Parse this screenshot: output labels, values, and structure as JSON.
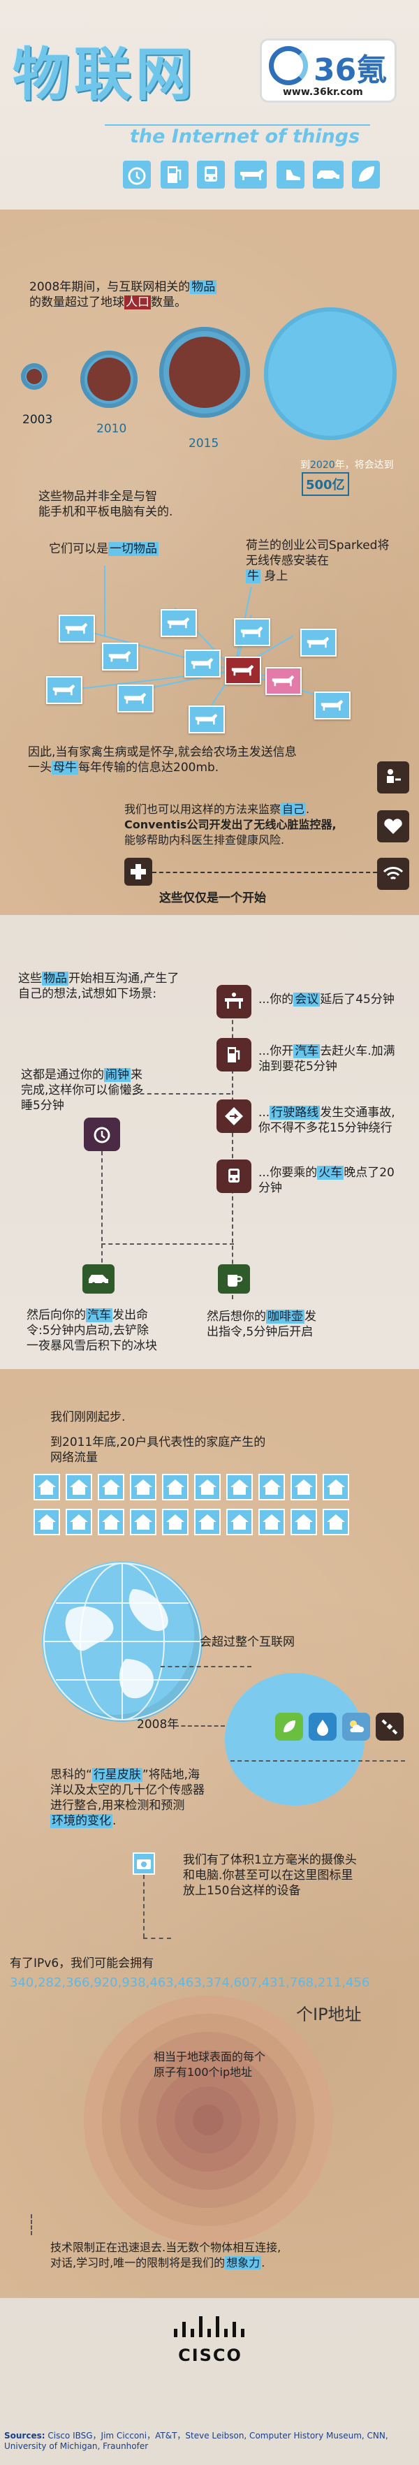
{
  "header": {
    "title": "物联网",
    "logo_text": "36氪",
    "logo_url": "www.36kr.com",
    "subtitle": "the Internet of things"
  },
  "sec1": {
    "intro": "2008年期间，与互联网相关的物品的数量超过了地球人口数量。",
    "intro_pre": "2008年期间，与互联网相关的",
    "intro_hl1": "物品",
    "intro_mid": "的数量超过了地球",
    "intro_hl2": "人口",
    "intro_post": "数量。",
    "years": [
      "2003",
      "2010",
      "2015"
    ],
    "forecast_pre": "到",
    "forecast_year": "2020",
    "forecast_mid": "年，将会达到",
    "forecast_value": "500亿",
    "note": "这些物品并非全是与智能手机和平板电脑有关的.",
    "note_l1": "这些物品并非全是与智",
    "note_l2": "能手机和平板电脑有关的.",
    "also_pre": "它们可以是",
    "also_hl": "一切物品",
    "sparked_l1": "荷兰的创业公司Sparked将",
    "sparked_l2": "无线传感安装在",
    "sparked_hl": "牛",
    "sparked_post": "身上",
    "cow_l1": "因此,当有家禽生病或是怀孕,就会给农场主发送信息",
    "cow_l2_pre": "一头",
    "cow_l2_hl": "母牛",
    "cow_l2_post": "每年传输的信息达200mb.",
    "conv_l1_pre": "我们也可以用这样的方法来监察",
    "conv_l1_hl": "自己",
    "conv_l1_post": ".",
    "conv_l2": "Conventis公司开发出了无线心脏监控器,",
    "conv_l3": "能够帮助内科医生排查健康风险.",
    "start": "这些仅仅是一个开始"
  },
  "sec2": {
    "intro_l1_pre": "这些",
    "intro_l1_hl": "物品",
    "intro_l1_post": "开始相互沟通,产生了",
    "intro_l2": "自己的想法,试想如下场景:",
    "meeting_pre": "...你的",
    "meeting_hl": "会议",
    "meeting_post": "延后了45分钟",
    "car_l1_pre": "...你开",
    "car_l1_hl": "汽车",
    "car_l1_post": "去赶火车.加满",
    "car_l2": "油到要花5分钟",
    "route_l1_pre": "...",
    "route_l1_hl": "行驶路线",
    "route_l1_post": "发生交通事故,",
    "route_l2": "你不得不多花15分钟绕行",
    "train_l1_pre": "...你要乘的",
    "train_l1_hl": "火车",
    "train_l1_post": "晚点了20",
    "train_l2": "分钟",
    "alarm_l1_pre": "这都是通过你的",
    "alarm_l1_hl": "闹钟",
    "alarm_l1_post": "来",
    "alarm_l2": "完成,这样你可以偷懒多",
    "alarm_l3": "睡5分钟",
    "carstart_l1_pre": "然后向你的",
    "carstart_l1_hl": "汽车",
    "carstart_l1_post": "发出命",
    "carstart_l2": "令:5分钟内启动,去铲除",
    "carstart_l3": "一夜暴风雪后积下的冰块",
    "coffee_l1_pre": "然后想你的",
    "coffee_l1_hl": "咖啡壶",
    "coffee_l1_post": "发",
    "coffee_l2": "出指令,5分钟后开启"
  },
  "sec3": {
    "start": "我们刚刚起步.",
    "homes_l1": "到2011年底,20户具代表性的家庭产生的",
    "homes_l2": "网络流量",
    "exceed": "会超过整个互联网",
    "year": "2008年",
    "planet_l1_pre": "思科的“",
    "planet_l1_hl": "行星皮肤",
    "planet_l1_post": "”将陆地,海",
    "planet_l2": "洋以及太空的几十亿个传感器",
    "planet_l3": "进行整合,用来检测和预测",
    "planet_l4_hl": "环境的变化",
    "planet_l4_post": ".",
    "camera_l1": "我们有了体积1立方毫米的摄像头",
    "camera_l2": "和电脑.你甚至可以在这里图标里",
    "camera_l3": "放上150台这样的设备",
    "ipv6_l1": "有了IPv6，我们可能会拥有",
    "ipv6_number": "340,282,366,920,938,463,463,374,607,431,768,211,456",
    "ip_label": "个IP地址",
    "ip_each_l1": "相当于地球表面的每个",
    "ip_each_l2": "原子有100个ip地址",
    "limit_l1": "技术限制正在迅速退去.当无数个物体相互连接,",
    "limit_l2_pre": "对话,学习时,唯一的限制将是我们的",
    "limit_l2_hl": "想象力",
    "limit_l2_post": "."
  },
  "footer": {
    "brand": "CISCO",
    "sources_label": "Sources:",
    "sources_l1": " Cisco IBSG，Jim Cicconi，AT&T，Steve Leibson, Computer History Museum, CNN,",
    "sources_l2": "University of Michigan, Fraunhofer"
  },
  "colors": {
    "accent_blue": "#66c5ec",
    "accent_red": "#9c2a2e",
    "paper": "#d8b896",
    "dark": "#3b2b24"
  }
}
